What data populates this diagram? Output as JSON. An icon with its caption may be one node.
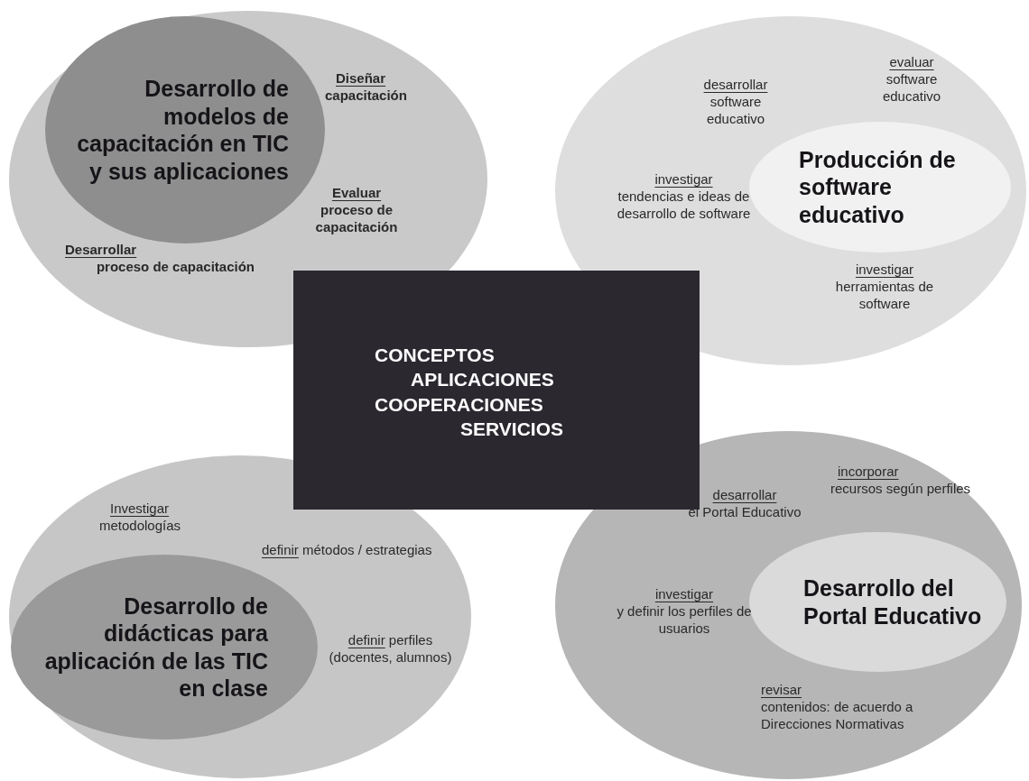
{
  "diagram": {
    "nodes": [
      {
        "text": [],
        "shape": "ellipse"
      },
      {
        "text": [
          "Desarrollo de modelos de capacitación en TIC y sus aplicaciones"
        ],
        "in": 0
      },
      {
        "text": [
          "Diseñar",
          "capacitación"
        ],
        "in": 0
      },
      {
        "text": [
          "Evaluar",
          "proceso de capacitación"
        ],
        "in": 0
      },
      {
        "text": [
          "Desarrollar",
          "proceso de capacitación"
        ],
        "in": 0
      },
      {
        "text": [],
        "shape": "ellipse"
      },
      {
        "text": [
          "desarrollar",
          "software educativo"
        ],
        "in": 5
      },
      {
        "text": [
          "evaluar",
          "software educativo"
        ],
        "in": 5
      },
      {
        "text": [
          "investigar",
          "tendencias e ideas de desarrollo de software"
        ],
        "in": 5
      },
      {
        "text": [
          "Producción de software educativo"
        ],
        "in": 5
      },
      {
        "text": [
          "investigar",
          "herramientas de software"
        ],
        "in": 5
      },
      {
        "text": [
          "CONCEPTOS",
          "APLICACIONES",
          "COOPERACIONES",
          "SERVICIOS"
        ]
      },
      {
        "text": [],
        "shape": "ellipse"
      },
      {
        "text": [
          "Investigar",
          "metodologías"
        ],
        "in": 12
      },
      {
        "text": [
          "definir",
          "métodos / estrategias"
        ],
        "in": 12
      },
      {
        "text": [
          "Desarrollo de didácticas para aplicación de las TIC en clase"
        ],
        "in": 12
      },
      {
        "text": [
          "definir",
          "perfiles (docentes, alumnos)"
        ],
        "in": 12
      },
      {
        "text": [],
        "shape": "ellipse"
      },
      {
        "text": [
          "incorporar",
          "recursos según perfiles"
        ],
        "in": 17
      },
      {
        "text": [
          "desarrollar",
          "el Portal Educativo"
        ],
        "in": 17
      },
      {
        "text": [
          "investigar",
          "y definir los perfiles de usuarios"
        ],
        "in": 17
      },
      {
        "text": [
          "Desarrollo del Portal Educativo"
        ],
        "in": 17
      },
      {
        "text": [
          "revisar",
          "contenidos: de acuerdo a Direcciones Normativas"
        ],
        "in": 17
      }
    ]
  }
}
